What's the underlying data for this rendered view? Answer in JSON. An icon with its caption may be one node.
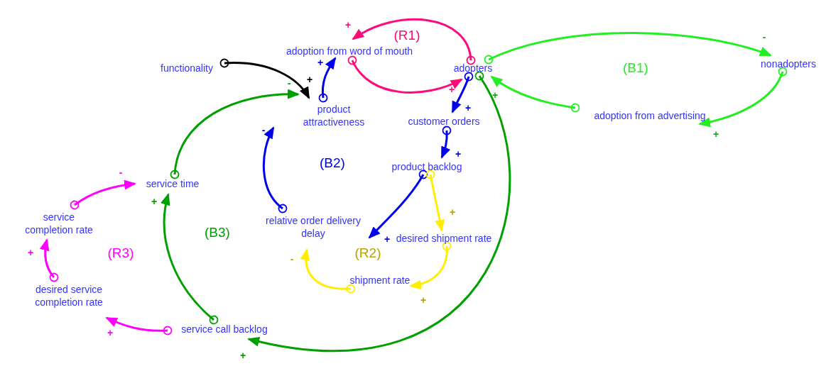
{
  "diagram": {
    "nodes": [
      {
        "text": [
          "adoption from word of mouth"
        ]
      },
      {
        "text": [
          "functionality"
        ]
      },
      {
        "text": [
          "adopters"
        ]
      },
      {
        "text": [
          "nonadopters"
        ]
      },
      {
        "text": [
          "product attractiveness"
        ]
      },
      {
        "text": [
          "customer orders"
        ]
      },
      {
        "text": [
          "adoption from advertising"
        ]
      },
      {
        "text": [
          "product backlog"
        ]
      },
      {
        "text": [
          "service time"
        ]
      },
      {
        "text": [
          "service completion rate"
        ]
      },
      {
        "text": [
          "relative order delivery delay"
        ]
      },
      {
        "text": [
          "desired shipment rate"
        ]
      },
      {
        "text": [
          "shipment rate"
        ]
      },
      {
        "text": [
          "desired service completion rate"
        ]
      },
      {
        "text": [
          "service call backlog"
        ]
      }
    ],
    "edges": [
      {
        "from": 2,
        "to": 0,
        "arrow": "to",
        "label": "+",
        "color": "#ff0a78"
      },
      {
        "from": 0,
        "to": 2,
        "arrow": "to",
        "label": "+",
        "color": "#ff0a78"
      },
      {
        "from": 1,
        "to": 4,
        "arrow": "to",
        "label": "+",
        "color": "#000000"
      },
      {
        "from": 4,
        "to": 0,
        "arrow": "to",
        "label": "+"
      },
      {
        "from": 8,
        "to": 4,
        "arrow": "to",
        "label": "-",
        "color": "#00a000"
      },
      {
        "from": 10,
        "to": 4,
        "arrow": "to",
        "label": "-"
      },
      {
        "from": 2,
        "to": 5,
        "arrow": "to",
        "label": "+"
      },
      {
        "from": 5,
        "to": 7,
        "arrow": "to",
        "label": "+"
      },
      {
        "from": 7,
        "to": 10,
        "arrow": "to",
        "label": "+"
      },
      {
        "from": 7,
        "to": 11,
        "arrow": "to",
        "label": "+",
        "color": "#ffee00"
      },
      {
        "from": 11,
        "to": 12,
        "arrow": "to",
        "label": "+",
        "color": "#ffee00"
      },
      {
        "from": 12,
        "to": 10,
        "arrow": "to",
        "label": "-",
        "color": "#ffee00"
      },
      {
        "from": 2,
        "to": 3,
        "arrow": "to",
        "label": "-",
        "color": "#22ee22"
      },
      {
        "from": 3,
        "to": 6,
        "arrow": "to",
        "label": "+",
        "color": "#22ee22"
      },
      {
        "from": 6,
        "to": 2,
        "arrow": "to",
        "label": "+",
        "color": "#22ee22"
      },
      {
        "from": 2,
        "to": 14,
        "arrow": "to",
        "label": "+",
        "color": "#00a000"
      },
      {
        "from": 14,
        "to": 8,
        "arrow": "to",
        "label": "+",
        "color": "#00a000"
      },
      {
        "from": 14,
        "to": 13,
        "arrow": "to",
        "label": "+",
        "color": "#ff00ff"
      },
      {
        "from": 13,
        "to": 9,
        "arrow": "to",
        "label": "+",
        "color": "#ff00ff"
      },
      {
        "from": 9,
        "to": 8,
        "arrow": "to",
        "label": "-",
        "color": "#ff00ff"
      }
    ],
    "labels": [
      "(R1)",
      "(B1)",
      "(B2)",
      "(B3)",
      "(R2)",
      "(R3)"
    ]
  }
}
